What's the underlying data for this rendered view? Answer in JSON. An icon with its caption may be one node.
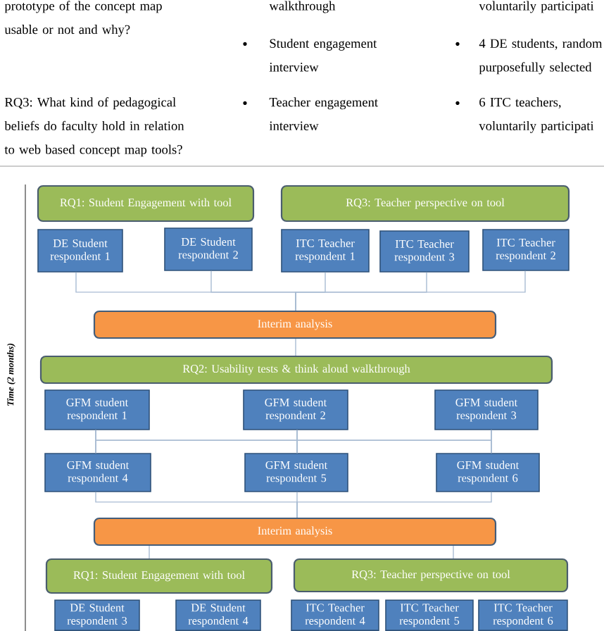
{
  "diagram": {
    "nodes": [
      {
        "text": [
          "RQ1: Student Engagement with tool"
        ]
      },
      {
        "text": [
          "RQ3: Teacher perspective on tool"
        ]
      },
      {
        "text": [
          "DE Student respondent 1"
        ]
      },
      {
        "text": [
          "DE Student respondent 2"
        ]
      },
      {
        "text": [
          "ITC Teacher respondent 1"
        ]
      },
      {
        "text": [
          "ITC Teacher respondent 3"
        ]
      },
      {
        "text": [
          "ITC Teacher respondent 2"
        ]
      },
      {
        "text": [
          "Interim analysis"
        ]
      },
      {
        "text": [
          "RQ2: Usability tests & think aloud walkthrough"
        ]
      },
      {
        "text": [
          "GFM student respondent 1"
        ]
      },
      {
        "text": [
          "GFM student respondent 2"
        ]
      },
      {
        "text": [
          "GFM student respondent 3"
        ]
      },
      {
        "text": [
          "GFM student respondent 4"
        ]
      },
      {
        "text": [
          "GFM student respondent 5"
        ]
      },
      {
        "text": [
          "GFM student respondent 6"
        ]
      },
      {
        "text": [
          "Interim analysis"
        ]
      },
      {
        "text": [
          "RQ1: Student Engagement with tool"
        ]
      },
      {
        "text": [
          "RQ3: Teacher perspective on tool"
        ]
      },
      {
        "text": [
          "DE Student respondent 3"
        ]
      },
      {
        "text": [
          "DE Student respondent 4"
        ]
      },
      {
        "text": [
          "ITC Teacher respondent 4"
        ]
      },
      {
        "text": [
          "ITC Teacher respondent 5"
        ]
      },
      {
        "text": [
          "ITC Teacher respondent 6"
        ]
      }
    ],
    "edges": [
      {
        "from": 2,
        "to": 7,
        "arrow": "none"
      },
      {
        "from": 3,
        "to": 7,
        "arrow": "none"
      },
      {
        "from": 4,
        "to": 7,
        "arrow": "none"
      },
      {
        "from": 5,
        "to": 7,
        "arrow": "none"
      },
      {
        "from": 6,
        "to": 7,
        "arrow": "none"
      },
      {
        "from": 7,
        "to": 8,
        "arrow": "none"
      },
      {
        "from": 9,
        "to": 12,
        "arrow": "none"
      },
      {
        "from": 9,
        "to": 13,
        "arrow": "none"
      },
      {
        "from": 9,
        "to": 14,
        "arrow": "none"
      },
      {
        "from": 10,
        "to": 12,
        "arrow": "none"
      },
      {
        "from": 10,
        "to": 13,
        "arrow": "none"
      },
      {
        "from": 10,
        "to": 14,
        "arrow": "none"
      },
      {
        "from": 11,
        "to": 12,
        "arrow": "none"
      },
      {
        "from": 11,
        "to": 13,
        "arrow": "none"
      },
      {
        "from": 11,
        "to": 14,
        "arrow": "none"
      },
      {
        "from": 12,
        "to": 15,
        "arrow": "none"
      },
      {
        "from": 13,
        "to": 15,
        "arrow": "none"
      },
      {
        "from": 14,
        "to": 15,
        "arrow": "none"
      },
      {
        "from": 15,
        "to": 16,
        "arrow": "none"
      },
      {
        "from": 15,
        "to": 17,
        "arrow": "none"
      }
    ],
    "labels": [
      "prototype of the concept map usable or not and why?",
      "walkthrough",
      "voluntarily participati",
      "Student engagement interview",
      "4 DE students, random purposefully selected",
      "RQ3: What kind of pedagogical beliefs do faculty hold in relation to web based concept map tools?",
      "Teacher engagement interview",
      "6 ITC teachers, voluntarily participati",
      "Time (2 months)"
    ]
  }
}
